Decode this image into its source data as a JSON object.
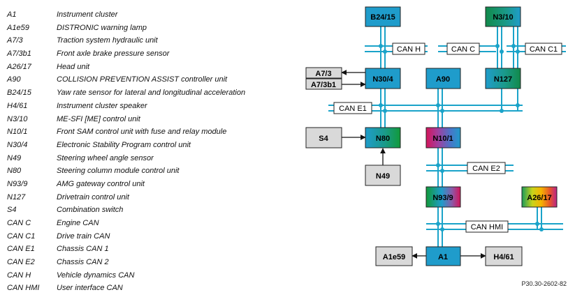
{
  "legend": [
    {
      "code": "A1",
      "desc": "Instrument cluster"
    },
    {
      "code": "A1e59",
      "desc": "DISTRONIC warning lamp"
    },
    {
      "code": "A7/3",
      "desc": "Traction system hydraulic unit"
    },
    {
      "code": "A7/3b1",
      "desc": "Front axle brake pressure sensor"
    },
    {
      "code": "A26/17",
      "desc": "Head unit"
    },
    {
      "code": "A90",
      "desc": "COLLISION PREVENTION ASSIST controller unit"
    },
    {
      "code": "B24/15",
      "desc": "Yaw rate sensor for lateral and longitudinal acceleration"
    },
    {
      "code": "H4/61",
      "desc": "Instrument cluster speaker"
    },
    {
      "code": "N3/10",
      "desc": "ME-SFI [ME] control unit"
    },
    {
      "code": "N10/1",
      "desc": "Front SAM control unit with fuse and relay module"
    },
    {
      "code": "N30/4",
      "desc": "Electronic Stability Program control unit"
    },
    {
      "code": "N49",
      "desc": "Steering wheel angle sensor"
    },
    {
      "code": "N80",
      "desc": "Steering column module control unit"
    },
    {
      "code": "N93/9",
      "desc": "AMG gateway control unit"
    },
    {
      "code": "N127",
      "desc": "Drivetrain control unit"
    },
    {
      "code": "S4",
      "desc": "Combination switch"
    },
    {
      "code": "CAN C",
      "desc": "Engine CAN"
    },
    {
      "code": "CAN C1",
      "desc": "Drive train CAN"
    },
    {
      "code": "CAN E1",
      "desc": "Chassis CAN 1"
    },
    {
      "code": "CAN E2",
      "desc": "Chassis CAN 2"
    },
    {
      "code": "CAN H",
      "desc": "Vehicle dynamics CAN"
    },
    {
      "code": "CAN HMI",
      "desc": "User interface CAN"
    }
  ],
  "units": {
    "b24_15": "B24/15",
    "n3_10": "N3/10",
    "n30_4": "N30/4",
    "a90": "A90",
    "n127": "N127",
    "a7_3": "A7/3",
    "a7_3b1": "A7/3b1",
    "s4": "S4",
    "n80": "N80",
    "n10_1": "N10/1",
    "n49": "N49",
    "n93_9": "N93/9",
    "a26_17": "A26/17",
    "a1e59": "A1e59",
    "a1": "A1",
    "h4_61": "H4/61"
  },
  "buses": {
    "can_h": "CAN H",
    "can_c": "CAN C",
    "can_c1": "CAN C1",
    "can_e1": "CAN E1",
    "can_e2": "CAN E2",
    "can_hmi": "CAN HMI"
  },
  "colors": {
    "bus": "#1aa3c9",
    "box_blue": "#1f9ccb",
    "box_gray": "#d9d9d9",
    "box_border": "#222222"
  },
  "reference": "P30.30-2602-82"
}
